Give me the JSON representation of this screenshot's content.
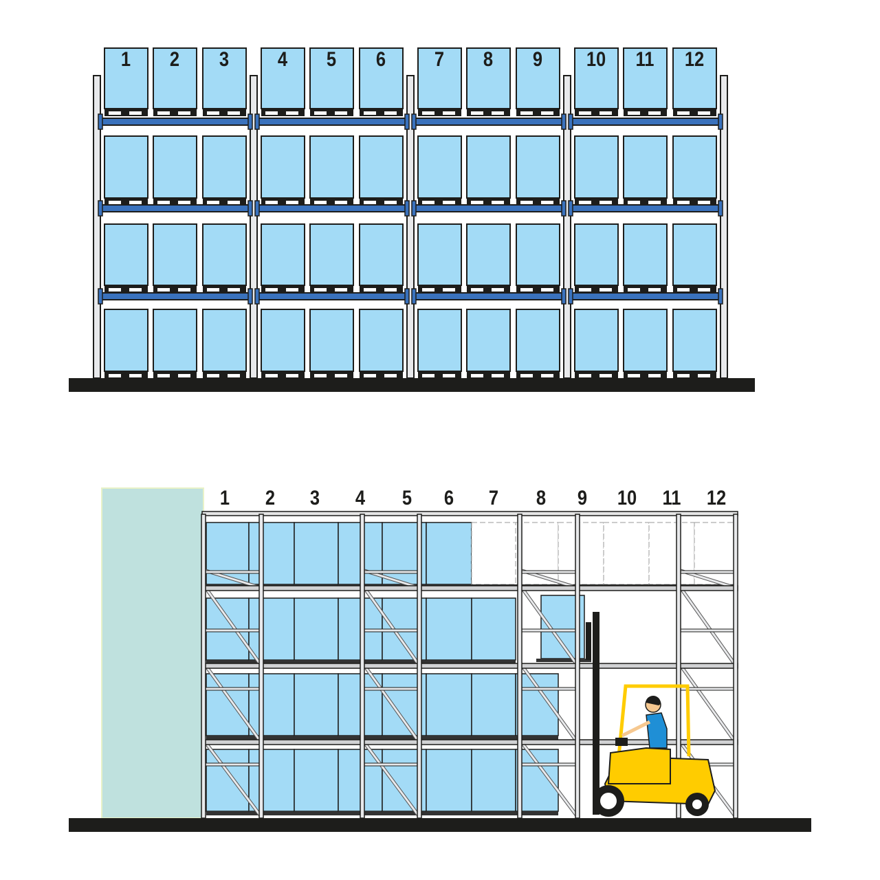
{
  "top_view": {
    "title_labels": [
      "1",
      "2",
      "3",
      "4",
      "5",
      "6",
      "7",
      "8",
      "9",
      "10",
      "11",
      "12"
    ]
  },
  "side_view": {
    "title_labels": [
      "1",
      "2",
      "3",
      "4",
      "5",
      "6",
      "7",
      "8",
      "9",
      "10",
      "11",
      "12"
    ]
  },
  "colors": {
    "box": "#a3dbf6",
    "beam": "#3a72bd",
    "upright": "#e8e9eb",
    "floor": "#1d1d1b",
    "wall": "#bfe1de",
    "forklift": "#ffcc00",
    "shirt": "#1f8fd6"
  }
}
